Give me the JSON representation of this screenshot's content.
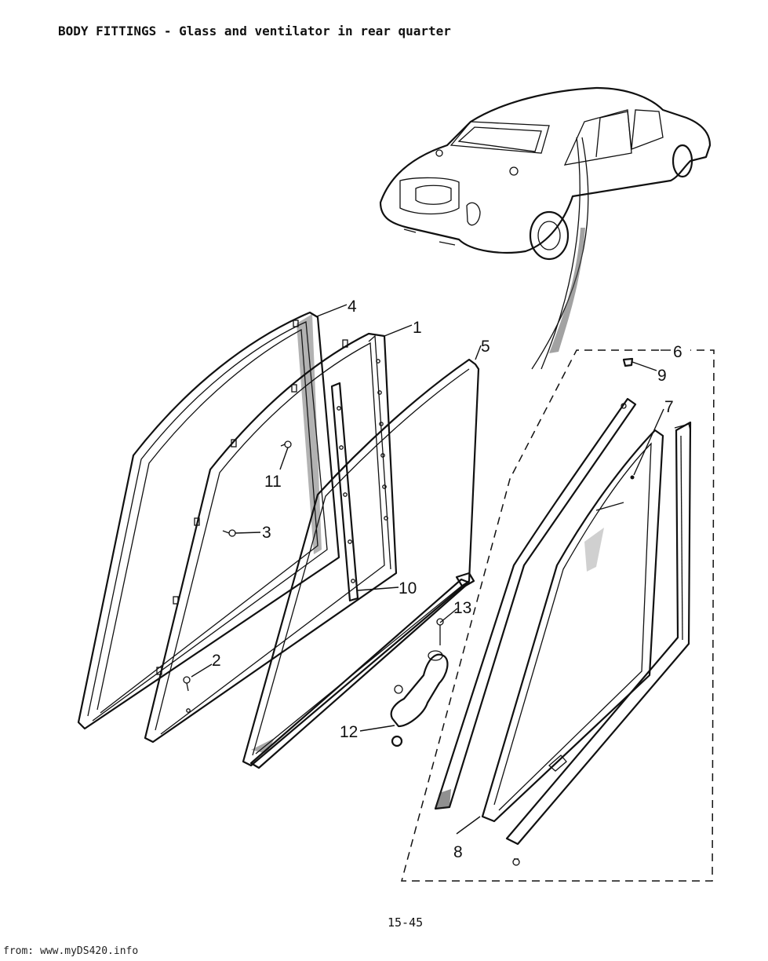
{
  "header": {
    "title": "BODY FITTINGS - Glass and ventilator in rear quarter"
  },
  "page_number": "15-45",
  "footer": {
    "source": "from: www.myDS420.info"
  },
  "callouts": [
    "1",
    "2",
    "3",
    "4",
    "5",
    "6",
    "7",
    "8",
    "9",
    "10",
    "11",
    "12",
    "13"
  ]
}
